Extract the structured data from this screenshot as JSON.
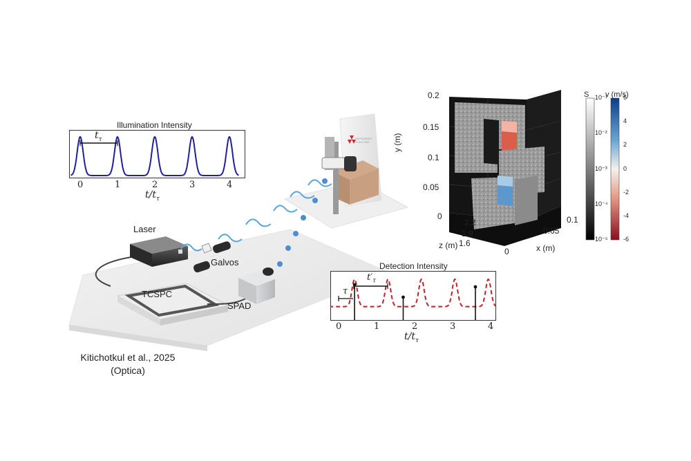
{
  "apparatus": {
    "laser_label": "Laser",
    "galvos_label": "Galvos",
    "tcspc_label": "TCSPC",
    "spad_label": "SPAD",
    "logo_text": "MITSUBISHI ELECTRIC"
  },
  "citation": {
    "line1": "Kitichotkul et al., 2025",
    "line2": "(Optica)"
  },
  "illumination_plot": {
    "title": "Illumination Intensity",
    "period_label": "t",
    "period_subscript": "τ",
    "xlabel": "t/t",
    "xlabel_subscript": "τ",
    "xticks": [
      "0",
      "1",
      "2",
      "3",
      "4"
    ],
    "pulse_color": "#1f1f9e"
  },
  "detection_plot": {
    "title": "Detection Intensity",
    "tau_label": "τ",
    "period_label": "t′",
    "period_subscript": "τ",
    "xlabel": "t/t",
    "xlabel_subscript": "τ",
    "xticks": [
      "0",
      "1",
      "2",
      "3",
      "4"
    ],
    "pulse_color": "#c0202a"
  },
  "chart_data": [
    {
      "type": "line",
      "title": "Illumination Intensity",
      "xlabel": "t/tτ",
      "ylabel": "",
      "xlim": [
        -0.25,
        4.25
      ],
      "xticks": [
        0,
        1,
        2,
        3,
        4
      ],
      "series": [
        {
          "pulse_centers": [
            0,
            1,
            2,
            3,
            4
          ],
          "pulse_width": 0.08,
          "peak": 1.0
        }
      ]
    },
    {
      "type": "line",
      "title": "Detection Intensity",
      "xlabel": "t/tτ",
      "ylabel": "",
      "xlim": [
        -0.25,
        4.25
      ],
      "xticks": [
        0,
        1,
        2,
        3,
        4
      ],
      "series": [
        {
          "pulse_centers": [
            0.42,
            1.3,
            2.18,
            3.06,
            3.94
          ],
          "pulse_width": 0.07,
          "peak": 1.0,
          "baseline": 0.12
        }
      ],
      "detections": [
        {
          "x": 0.42,
          "height": 0.85
        },
        {
          "x": 1.7,
          "height": 0.55
        },
        {
          "x": 3.6,
          "height": 0.8
        }
      ]
    },
    {
      "type": "scatter",
      "title": "",
      "xlabel": "x (m)",
      "ylabel": "y (m)",
      "zlabel": "z (m)",
      "yticks": [
        "0",
        "0.05",
        "0.1",
        "0.15",
        "0.2"
      ],
      "zticks": [
        "2.2",
        "1.9",
        "1.6"
      ],
      "xticks": [
        "0",
        "0.05",
        "0.1"
      ],
      "colorbar_s": {
        "label": "S",
        "ticks": [
          "10⁻¹",
          "10⁻²",
          "10⁻³",
          "10⁻⁴",
          "10⁻⁵"
        ]
      },
      "colorbar_v": {
        "label": "v (m/s)",
        "ticks": [
          "6",
          "4",
          "2",
          "0",
          "-2",
          "-4",
          "-6"
        ]
      }
    }
  ]
}
